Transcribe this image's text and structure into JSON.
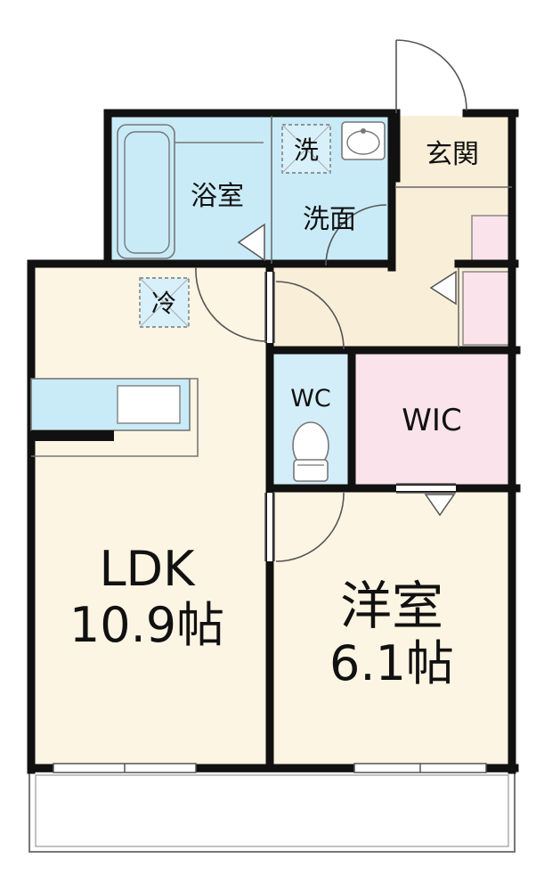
{
  "colors": {
    "wall": "#111111",
    "floor_living": "#fdf5e3",
    "floor_wet": "#c9ebf8",
    "floor_closet": "#fbe3ec",
    "floor_hall": "#f9efd9",
    "wc_floor": "#d4eef9",
    "balcony": "#ffffff",
    "fixture_stroke": "#7a7a7a"
  },
  "rooms": {
    "ldk": {
      "name": "LDK",
      "size": "10.9帖"
    },
    "western": {
      "name": "洋室",
      "size": "6.1帖"
    },
    "bath": {
      "name": "浴室"
    },
    "washroom": {
      "name": "洗面"
    },
    "entrance": {
      "name": "玄関"
    },
    "wc": {
      "name": "WC"
    },
    "wic": {
      "name": "WIC"
    }
  },
  "fixtures": {
    "washer": "洗",
    "fridge": "冷"
  }
}
